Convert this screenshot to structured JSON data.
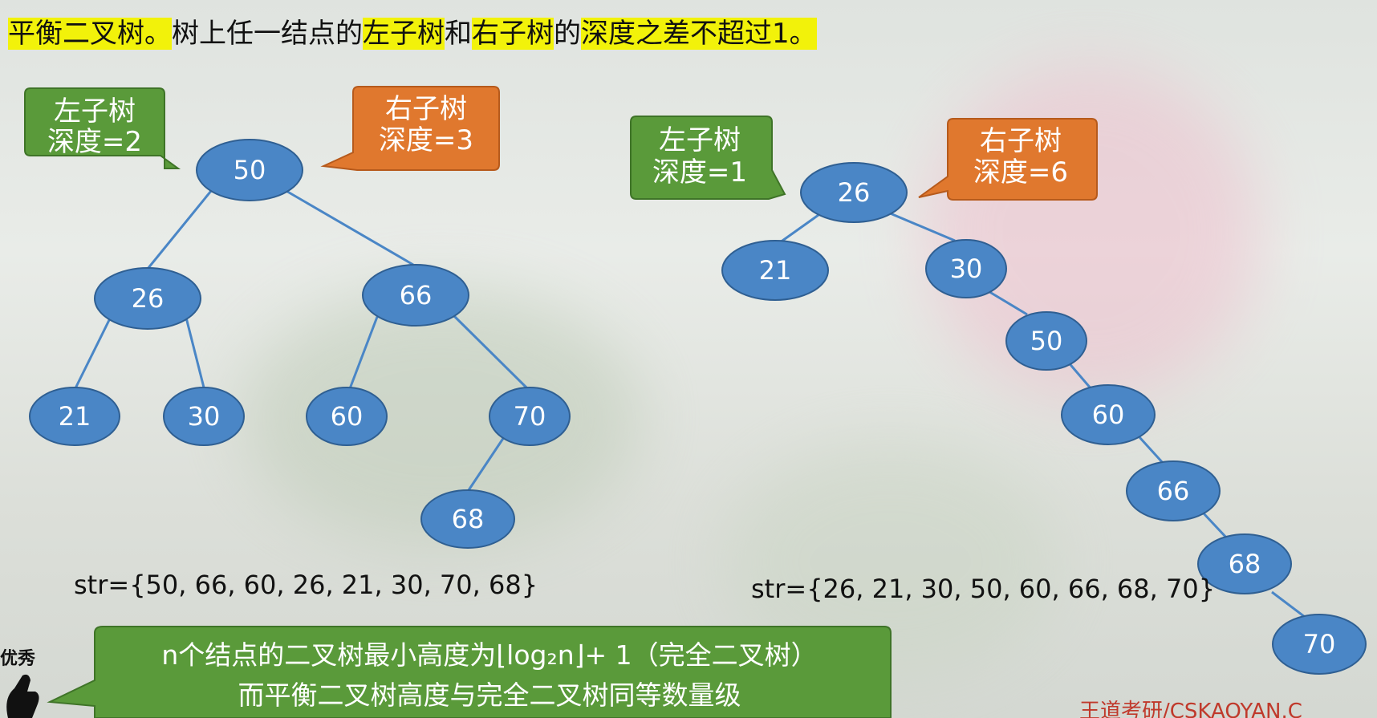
{
  "title": {
    "parts": [
      {
        "text": "平衡二叉树。",
        "highlight": true
      },
      {
        "text": "树上任一结点的",
        "highlight": false
      },
      {
        "text": "左子树",
        "highlight": true
      },
      {
        "text": "和",
        "highlight": false
      },
      {
        "text": "右子树",
        "highlight": true
      },
      {
        "text": "的",
        "highlight": false
      },
      {
        "text": "深度之差不超过1。",
        "highlight": true
      }
    ]
  },
  "left_tree": {
    "left_callout": {
      "line1": "左子树",
      "line2": "深度=2",
      "color": "#5a9a3a"
    },
    "right_callout": {
      "line1": "右子树",
      "line2": "深度=3",
      "color": "#e0782e"
    },
    "nodes": [
      "50",
      "26",
      "66",
      "21",
      "30",
      "60",
      "70",
      "68"
    ],
    "str": "str={50, 66, 60, 26, 21, 30, 70, 68}"
  },
  "right_tree": {
    "left_callout": {
      "line1": "左子树",
      "line2": "深度=1",
      "color": "#5a9a3a"
    },
    "right_callout": {
      "line1": "右子树",
      "line2": "深度=6",
      "color": "#e0782e"
    },
    "nodes": [
      "26",
      "21",
      "30",
      "50",
      "60",
      "66",
      "68",
      "70"
    ],
    "str": "str={26, 21, 30, 50, 60, 66, 68, 70}"
  },
  "bottom_note": {
    "line1": "n个结点的二叉树最小高度为⌊log₂n⌋+ 1（完全二叉树）",
    "line2": "而平衡二叉树高度与完全二叉树同等数量级",
    "color": "#5a9a3a"
  },
  "corner_label": "优秀",
  "footer": "王道考研/CSKAOYAN.C",
  "colors": {
    "node_fill": "#4a86c6",
    "node_stroke": "#2f5f92",
    "edge": "#4a86c6",
    "highlight": "#f2f20a"
  }
}
